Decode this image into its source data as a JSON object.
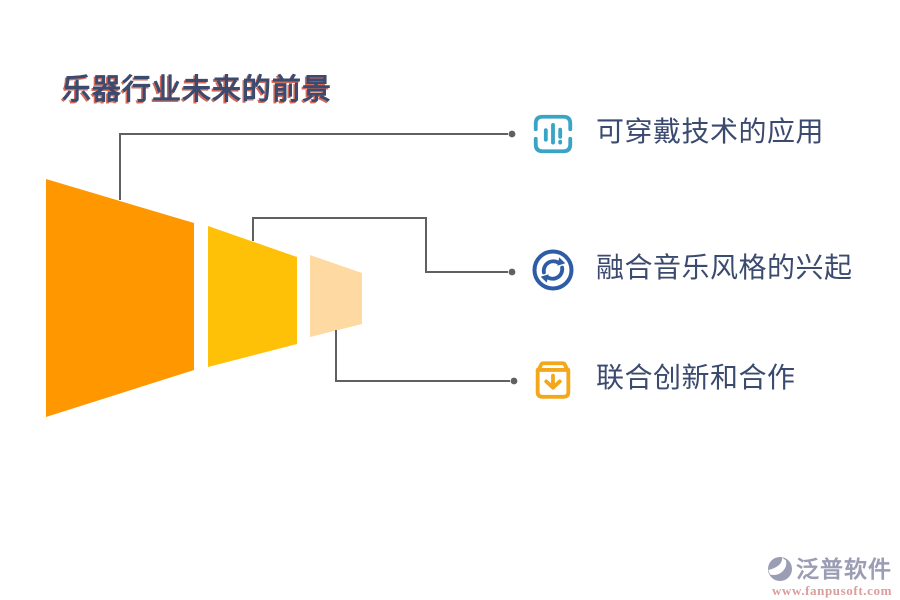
{
  "title": {
    "text": "乐器行业未来的前景",
    "color": "#3B4A6F",
    "shadow_color": "#C64632"
  },
  "funnel": {
    "segments": [
      {
        "name": "stage-1",
        "color": "#FF9800"
      },
      {
        "name": "stage-2",
        "color": "#FFC107"
      },
      {
        "name": "stage-3",
        "color": "#FFD9A2"
      }
    ]
  },
  "connectors": {
    "color": "#5F6062"
  },
  "items": [
    {
      "label": "可穿戴技术的应用",
      "icon": "bar-chart-icon",
      "icon_color": "#39A5C6"
    },
    {
      "label": "融合音乐风格的兴起",
      "icon": "sync-icon",
      "icon_color": "#2E5CA6"
    },
    {
      "label": "联合创新和合作",
      "icon": "box-download-icon",
      "icon_color": "#F3A81C"
    }
  ],
  "text_color": "#3B4A6F",
  "watermark": {
    "brand": "泛普软件",
    "url": "www.fanpusoft.com",
    "brand_color": "#9B9DB4",
    "url_color": "#DB9D9B"
  }
}
